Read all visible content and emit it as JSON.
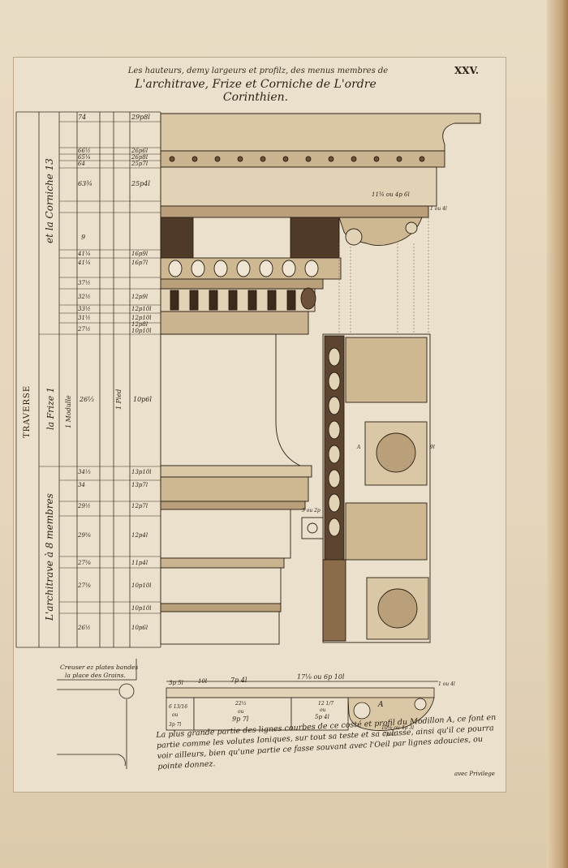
{
  "header": {
    "line1": "Les hauteurs, demy largeurs et profilz, des menus membres de",
    "line2": "L'architrave, Frize et Corniche de L'ordre Corinthien.",
    "plate_number": "XXV."
  },
  "left_scale": {
    "label_traverse": "TRAVERSE",
    "label_corniche": "et la Corniche 13",
    "label_frize": "la Frize 1",
    "label_architrave": "L'architrave à 8 membres",
    "label_modulle": "1 Modulle",
    "label_pied": "1 Pied",
    "corniche_col2": [
      "74",
      "66½",
      "65¼",
      "64",
      "63¾",
      "9",
      "41¼",
      "41¼",
      "37½",
      "32½",
      "33½",
      "31½",
      "27½"
    ],
    "corniche_col4": [
      "29p8l",
      "26p6l",
      "26p8l",
      "25p7l",
      "25p4l",
      "16p9l",
      "16p7l",
      "12p9l",
      "12p10l",
      "12p10l",
      "12p8l",
      "10p10l"
    ],
    "frize_col2": "26⅓",
    "frize_col4": "10p6l",
    "architrave_col2": [
      "34⅓",
      "34",
      "29½",
      "29⅜",
      "27⅜",
      "27⅜",
      "26½"
    ],
    "architrave_col4": [
      "13p10l",
      "13p7l",
      "12p7l",
      "12p4l",
      "11p4l",
      "10p10l",
      "10p10l",
      "10p6l"
    ]
  },
  "annotations": {
    "modillon_width": "11¾ ou 4p 6l",
    "right_small_a": "1 ou 4l",
    "right_small_b": "9l",
    "boss_measure": "5 ou 2p",
    "left_note_line1": "Creuser ez plates bandes",
    "left_note_line2": "la place des Grains.",
    "bottom_dim_left": "3p 5l",
    "bottom_dim_a": "10l",
    "bottom_dim_b": "7p 4l",
    "bottom_dim_c": "17⅛ ou 6p 10l",
    "bottom_dim_right": "1 ou 4l",
    "box1_top": "6 13/16",
    "box1_mid": "ou",
    "box1_bot": "3p 7l",
    "box2_top": "22⅓",
    "box2_mid": "ou",
    "box2_bot": "9p 7l",
    "box3_top": "12 1/7",
    "box3_mid": "ou",
    "box3_bot": "5p 4l",
    "box4_top": "10⅙ ou 4p 3l",
    "box4_bot": "7p 4l",
    "label_A_top": "A",
    "label_A_mid": "A"
  },
  "caption": "La plus grande partie des lignes courbes de ce costé et profil du Modillon A, ce font en partie comme les volutes Ioniques, sur tout sa teste et sa culasse, ainsi qu'il ce pourra voir ailleurs, bien qu'une partie ce fasse souvant avec l'Oeil par lignes adoucies, ou pointe donnez.",
  "privilege": "avec Privilege"
}
